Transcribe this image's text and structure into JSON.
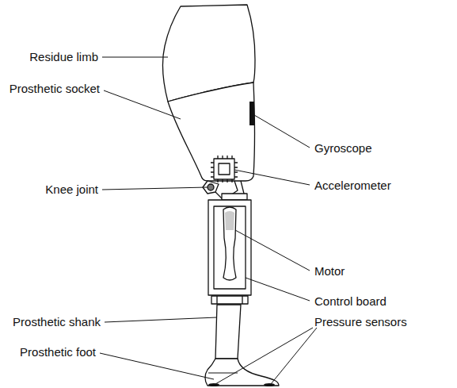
{
  "diagram": {
    "labels": [
      "Residue limb",
      "Prosthetic socket",
      "Gyroscope",
      "Accelerometer",
      "Knee joint",
      "Motor",
      "Control board",
      "Prosthetic shank",
      "Pressure sensors",
      "Prosthetic foot"
    ]
  }
}
